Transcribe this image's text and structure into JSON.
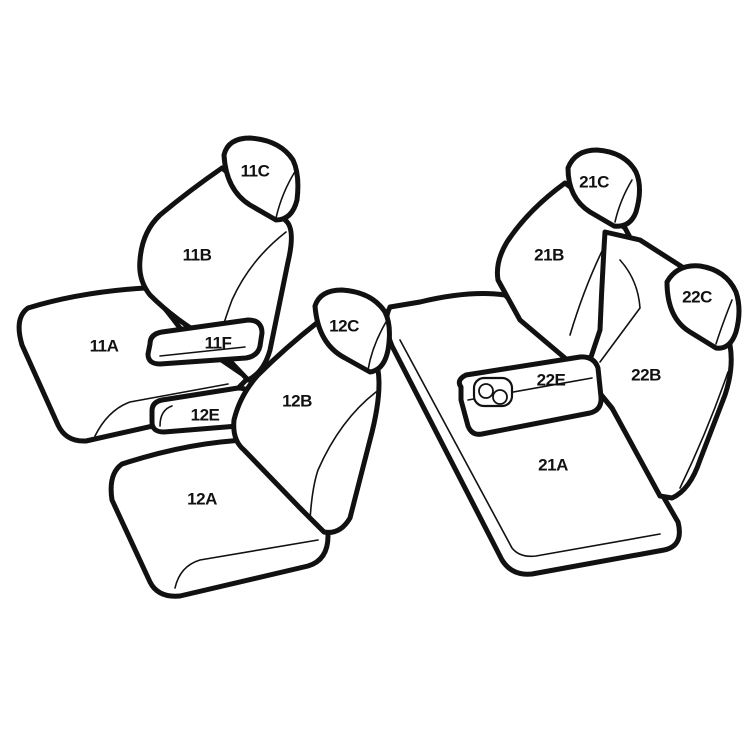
{
  "parts": {
    "p11A": "11A",
    "p11B": "11B",
    "p11C": "11C",
    "p11F": "11F",
    "p12A": "12A",
    "p12B": "12B",
    "p12C": "12C",
    "p12E": "12E",
    "p21A": "21A",
    "p21B": "21B",
    "p21C": "21C",
    "p22B": "22B",
    "p22C": "22C",
    "p22E": "22E"
  }
}
